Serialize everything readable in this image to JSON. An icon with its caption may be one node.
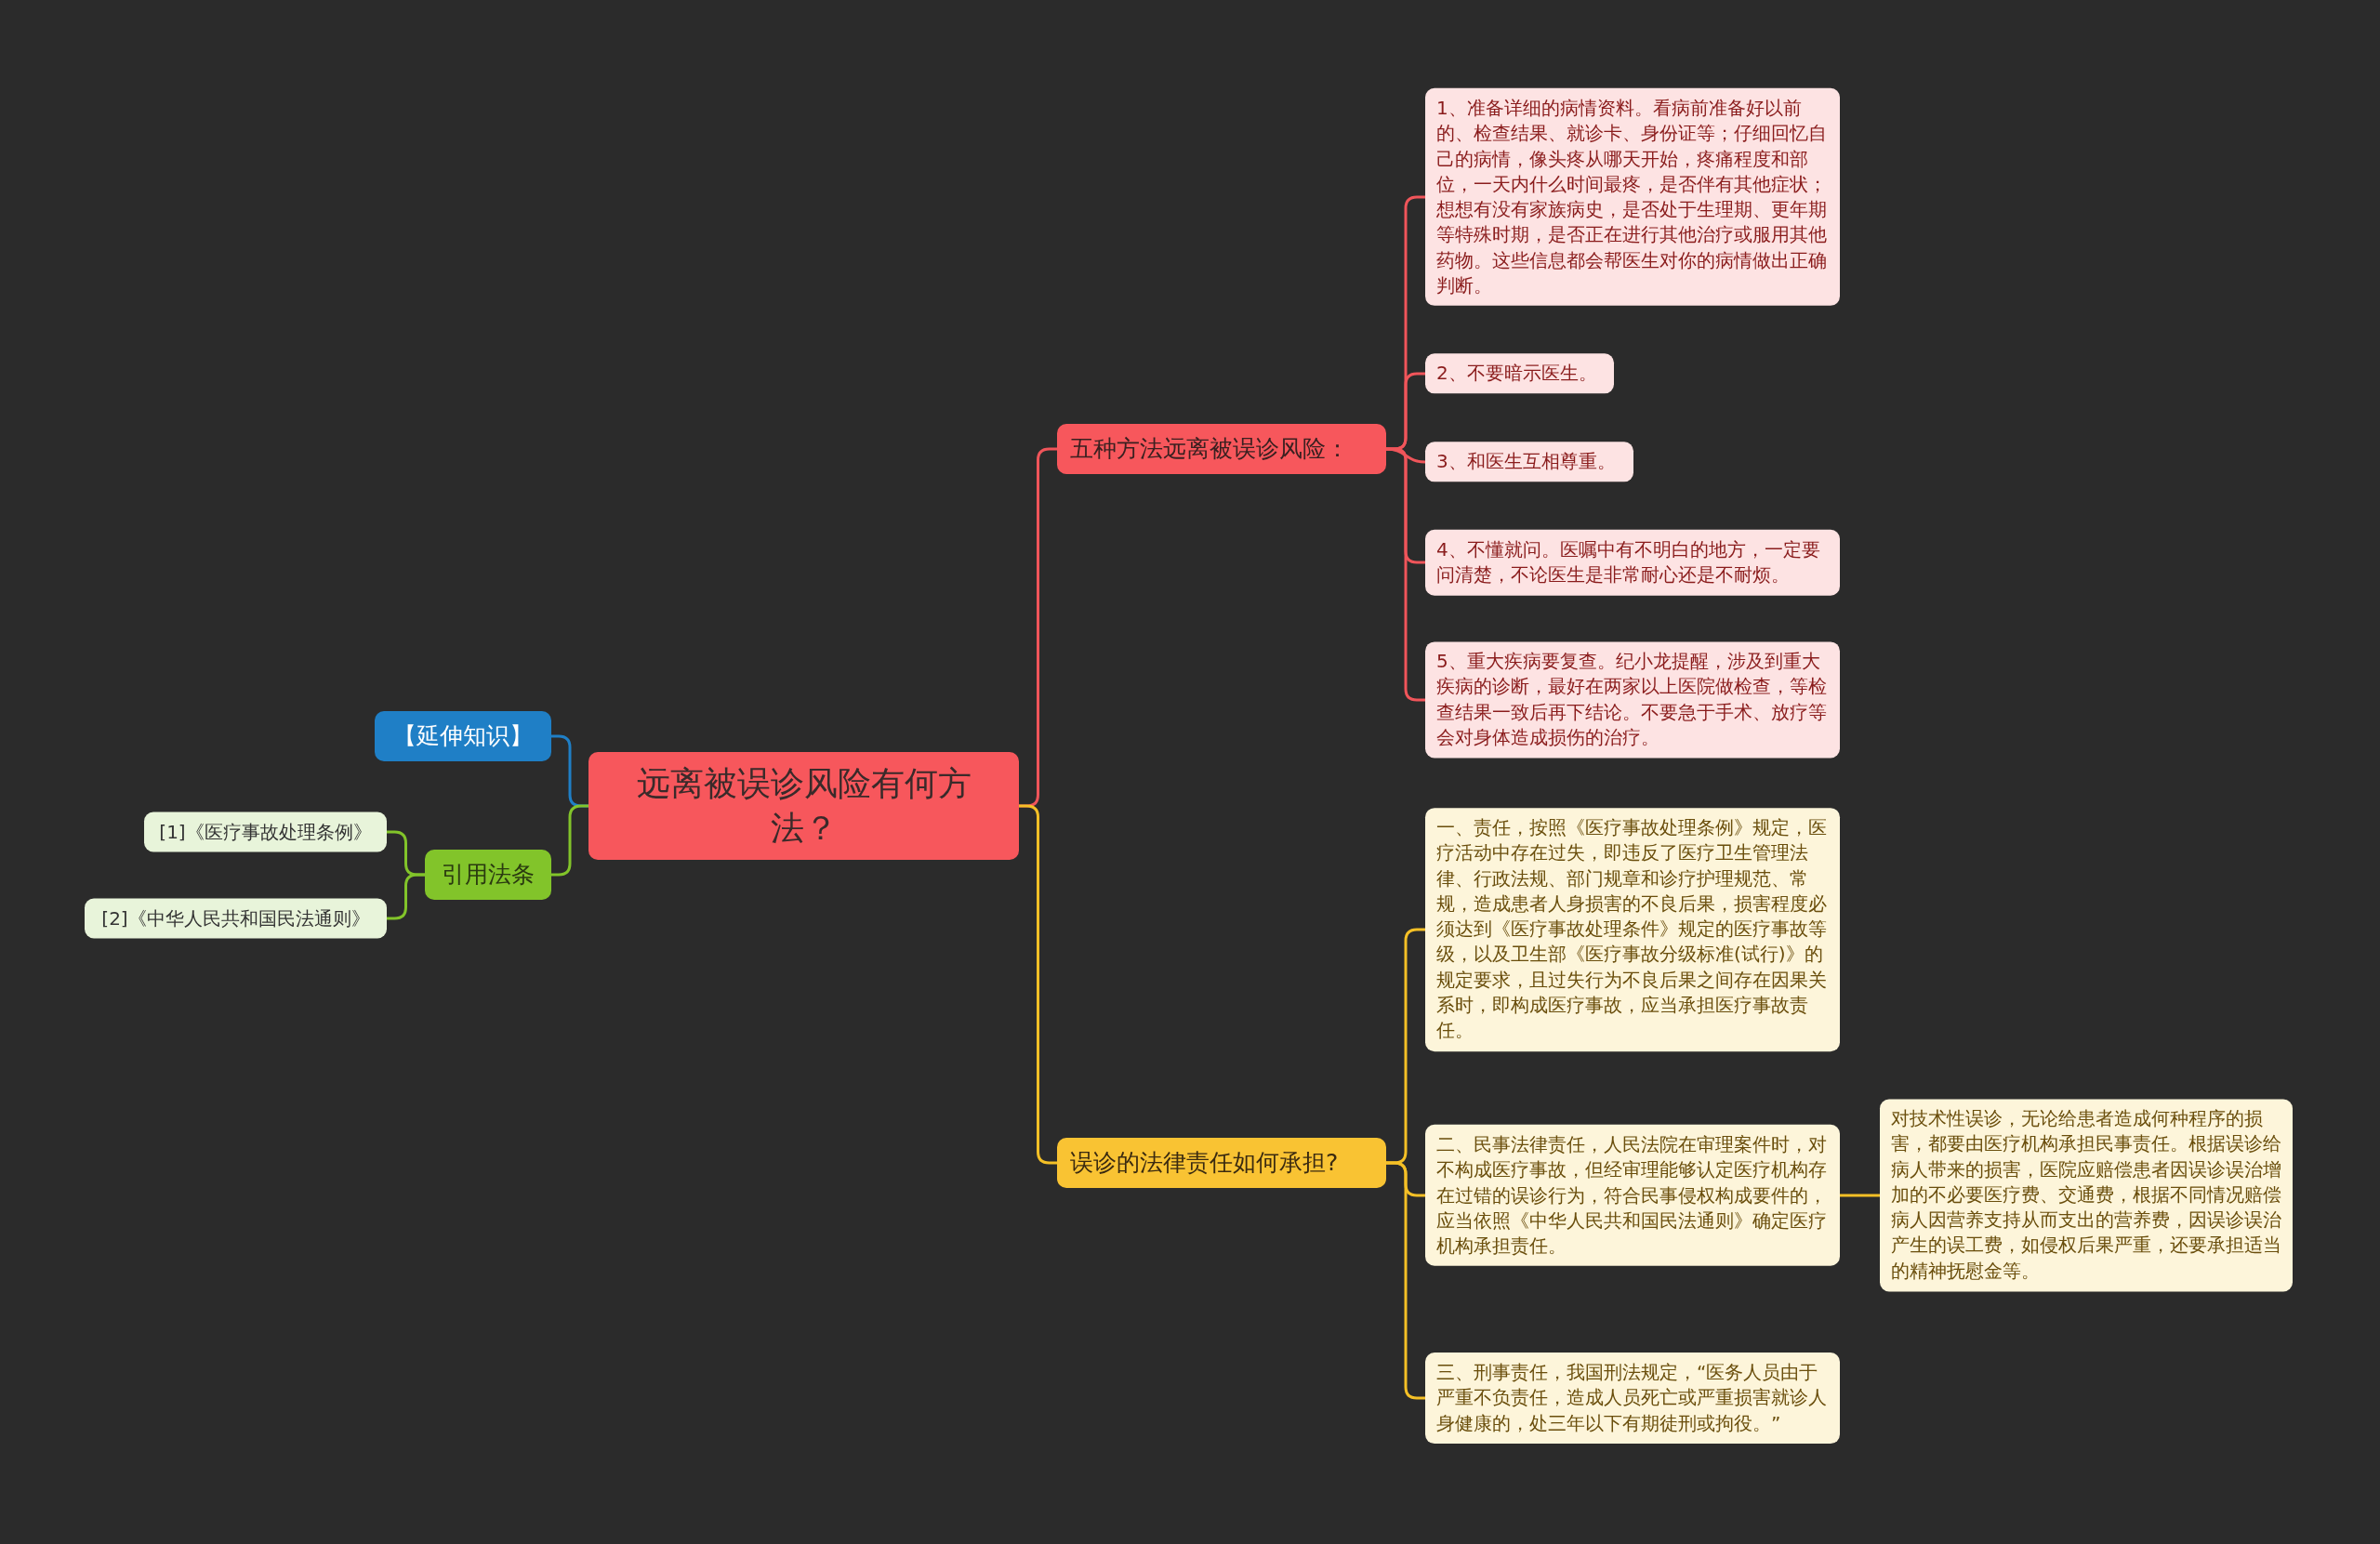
{
  "diagram": {
    "nodes": [
      {
        "text": [
          "远离被误诊风险有何方法？"
        ]
      },
      {
        "text": [
          "五种方法远离被误诊风险："
        ]
      },
      {
        "text": [
          "1、准备详细的病情资料。看病前准备好以前的、检查结果、就诊卡、身份证等；仔细回忆自己的病情，像头疼从哪天开始，疼痛程度和部位，一天内什么时间最疼，是否伴有其他症状；想想有没有家族病史，是否处于生理期、更年期等特殊时期，是否正在进行其他治疗或服用其他药物。这些信息都会帮医生对你的病情做出正确判断。"
        ]
      },
      {
        "text": [
          "2、不要暗示医生。"
        ]
      },
      {
        "text": [
          "3、和医生互相尊重。"
        ]
      },
      {
        "text": [
          "4、不懂就问。医嘱中有不明白的地方，一定要问清楚，不论医生是非常耐心还是不耐烦。"
        ]
      },
      {
        "text": [
          "5、重大疾病要复查。纪小龙提醒，涉及到重大疾病的诊断，最好在两家以上医院做检查，等检查结果一致后再下结论。不要急于手术、放疗等会对身体造成损伤的治疗。"
        ]
      },
      {
        "text": [
          "误诊的法律责任如何承担?"
        ]
      },
      {
        "text": [
          "一、责任，按照《医疗事故处理条例》规定，医疗活动中存在过失，即违反了医疗卫生管理法律、行政法规、部门规章和诊疗护理规范、常规，造成患者人身损害的不良后果，损害程度必须达到《医疗事故处理条件》规定的医疗事故等级，以及卫生部《医疗事故分级标准(试行)》的规定要求，且过失行为不良后果之间存在因果关系时，即构成医疗事故，应当承担医疗事故责任。"
        ]
      },
      {
        "text": [
          "二、民事法律责任，人民法院在审理案件时，对不构成医疗事故，但经审理能够认定医疗机构存在过错的误诊行为，符合民事侵权构成要件的，应当依照《中华人民共和国民法通则》确定医疗机构承担责任。"
        ]
      },
      {
        "text": [
          "对技术性误诊，无论给患者造成何种程序的损害，都要由医疗机构承担民事责任。根据误诊给病人带来的损害，医院应赔偿患者因误诊误治增加的不必要医疗费、交通费，根据不同情况赔偿病人因营养支持从而支出的营养费，因误诊误治产生的误工费，如侵权后果严重，还要承担适当的精神抚慰金等。"
        ]
      },
      {
        "text": [
          "三、刑事责任，我国刑法规定，“医务人员由于严重不负责任，造成人员死亡或严重损害就诊人身健康的，处三年以下有期徒刑或拘役。”"
        ]
      },
      {
        "text": [
          "【延伸知识】"
        ]
      },
      {
        "text": [
          "引用法条"
        ]
      },
      {
        "text": [
          "[1]《医疗事故处理条例》"
        ]
      },
      {
        "text": [
          "[2]《中华人民共和国民法通则》"
        ]
      }
    ],
    "edges": [
      {
        "from": 0,
        "to": 1,
        "arrow": "none"
      },
      {
        "from": 1,
        "to": 2,
        "arrow": "none"
      },
      {
        "from": 1,
        "to": 3,
        "arrow": "none"
      },
      {
        "from": 1,
        "to": 4,
        "arrow": "none"
      },
      {
        "from": 1,
        "to": 5,
        "arrow": "none"
      },
      {
        "from": 1,
        "to": 6,
        "arrow": "none"
      },
      {
        "from": 0,
        "to": 7,
        "arrow": "none",
        "color": "#f5c026"
      },
      {
        "from": 7,
        "to": 8,
        "arrow": "none",
        "color": "#f5c026"
      },
      {
        "from": 7,
        "to": 9,
        "arrow": "none",
        "color": "#f5c026"
      },
      {
        "from": 9,
        "to": 10,
        "arrow": "none",
        "color": "#f5c026"
      },
      {
        "from": 7,
        "to": 11,
        "arrow": "none",
        "color": "#f5c026"
      },
      {
        "from": 0,
        "to": 12,
        "arrow": "none",
        "color": "#1f7fc6"
      },
      {
        "from": 0,
        "to": 13,
        "arrow": "none",
        "color": "#82c42a"
      },
      {
        "from": 13,
        "to": 14,
        "arrow": "none",
        "color": "#82c42a"
      },
      {
        "from": 13,
        "to": 15,
        "arrow": "none",
        "color": "#82c42a"
      }
    ]
  }
}
